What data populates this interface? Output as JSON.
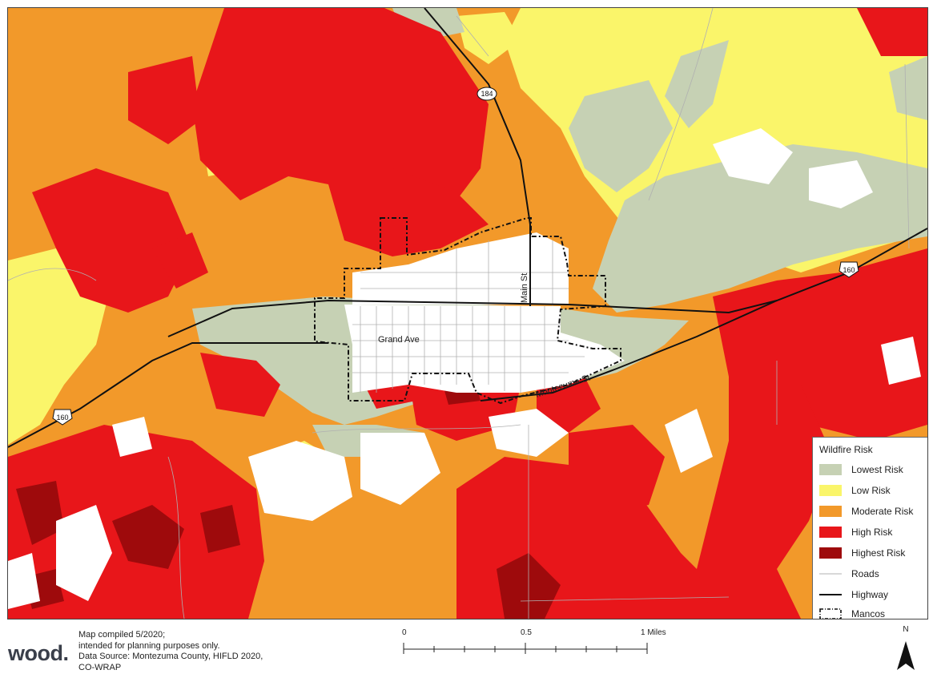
{
  "map": {
    "labels": {
      "grand_ave": "Grand Ave",
      "main_st": "Main St",
      "montezuma_st": "Montezuma St",
      "us160_east": "160",
      "us160_west": "160",
      "sh184": "184"
    }
  },
  "legend": {
    "title": "Wildfire Risk",
    "items": [
      {
        "label": "Lowest Risk",
        "color": "#c6d1b4"
      },
      {
        "label": "Low Risk",
        "color": "#faf56a"
      },
      {
        "label": "Moderate Risk",
        "color": "#f2992a"
      },
      {
        "label": "High Risk",
        "color": "#e8161a"
      },
      {
        "label": "Highest Risk",
        "color": "#9e0a0c"
      },
      {
        "label": "Roads"
      },
      {
        "label": "Highway"
      },
      {
        "label": "Mancos"
      }
    ]
  },
  "footer": {
    "logo": "wood",
    "logo_dot": ".",
    "notes": [
      "Map compiled 5/2020;",
      "intended for planning purposes only.",
      "Data Source: Montezuma County, HIFLD 2020,",
      "CO-WRAP"
    ],
    "scale": {
      "ticks": [
        "0",
        "0.5",
        "1 Miles"
      ]
    },
    "north": "N"
  }
}
